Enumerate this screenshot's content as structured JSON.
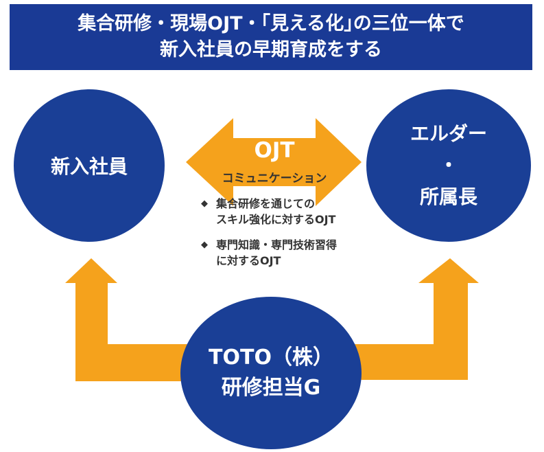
{
  "header": {
    "line1": "集合研修・現場OJT・｢見える化｣の三位一体で",
    "line2": "新入社員の早期育成をする"
  },
  "nodes": {
    "new_employee": "新入社員",
    "elder_line1": "エルダー",
    "elder_line2": "・",
    "elder_line3": "所属長",
    "toto_line1": "TOTO（株）",
    "toto_line2": "研修担当G"
  },
  "ojt": {
    "title": "OJT",
    "subtitle": "コミュニケーション"
  },
  "bullets": [
    {
      "icon": "diamond-icon",
      "mark": "◆",
      "text": "集合研修を通じての\nスキル強化に対するOJT"
    },
    {
      "icon": "diamond-icon",
      "mark": "◆",
      "text": "専門知識・専門技術習得\nに対するOJT"
    }
  ],
  "colors": {
    "navy": "#1a3f96",
    "header": "#1a3a95",
    "orange": "#f5a21c",
    "text": "#333333"
  }
}
